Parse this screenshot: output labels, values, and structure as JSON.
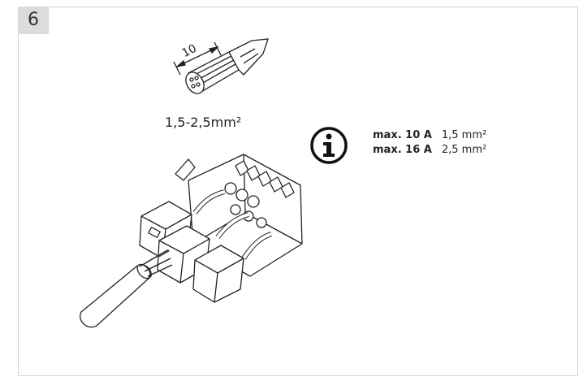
{
  "step": {
    "number": "6"
  },
  "wire_diagram": {
    "strip_length": "10",
    "cross_section": "1,5-2,5mm²"
  },
  "info": {
    "icon": "info-icon",
    "specs": [
      {
        "current": "max. 10 A",
        "section": "1,5 mm²"
      },
      {
        "current": "max. 16 A",
        "section": "2,5 mm²"
      }
    ]
  }
}
